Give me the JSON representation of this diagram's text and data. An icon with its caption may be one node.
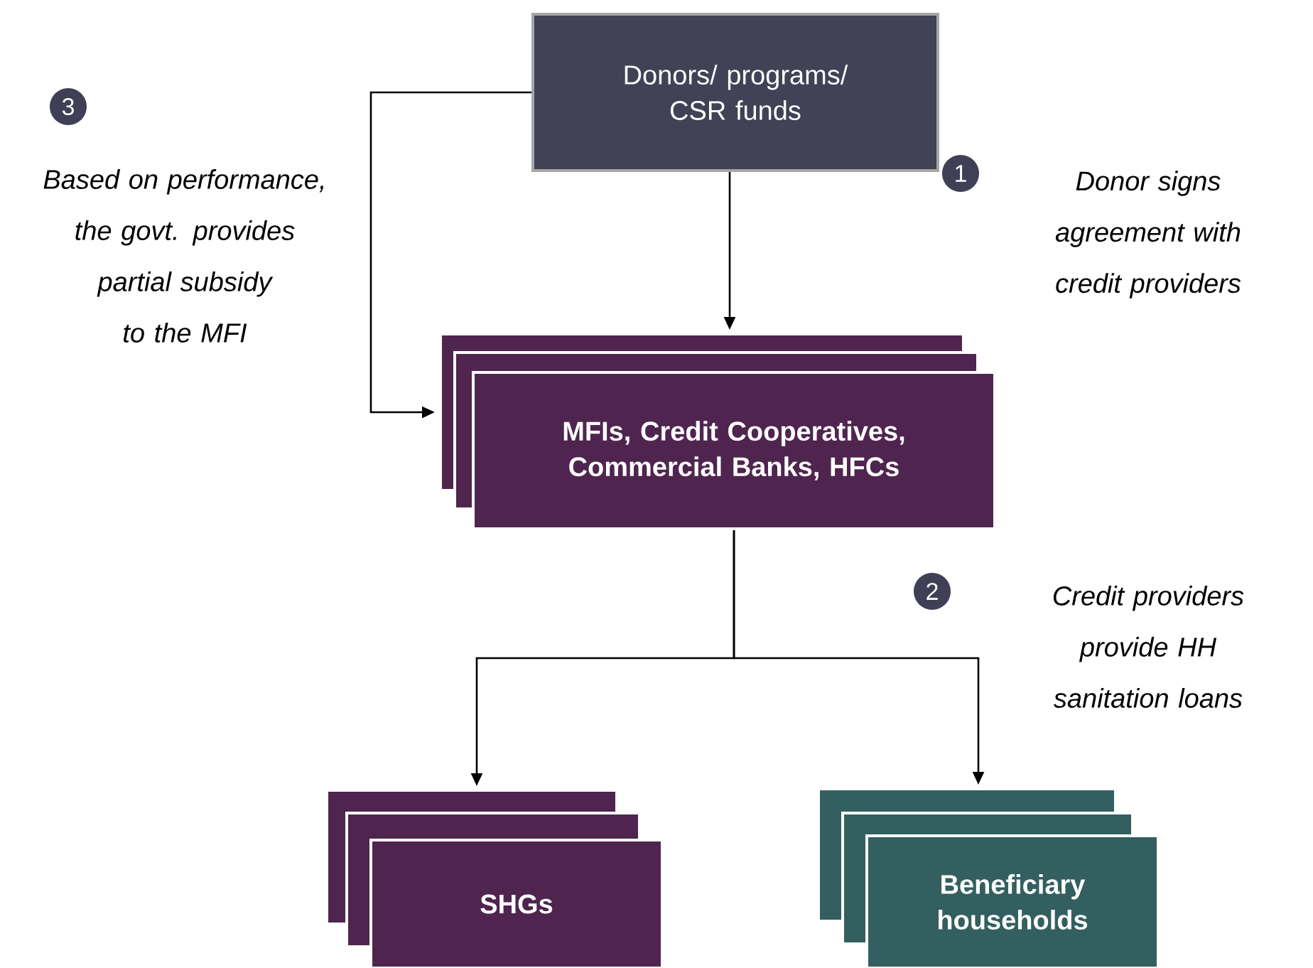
{
  "diagram": {
    "nodes": [
      {
        "text": [
          "Donors/ programs/ CSR funds"
        ]
      },
      {
        "text": [
          "MFIs, Credit Cooperatives, Commercial Banks, HFCs"
        ]
      },
      {
        "text": [
          "SHGs"
        ]
      },
      {
        "text": [
          "Beneficiary households"
        ]
      }
    ],
    "edges": [
      {
        "from": 0,
        "to": 1,
        "arrow": "to"
      },
      {
        "from": 0,
        "to": 1,
        "arrow": "to"
      },
      {
        "from": 1,
        "to": 2,
        "arrow": "to"
      },
      {
        "from": 1,
        "to": 3,
        "arrow": "to"
      }
    ],
    "labels": [
      "3",
      "Based on performance, the govt. provides partial subsidy to the MFI",
      "1",
      "Donor signs agreement with credit providers",
      "2",
      "Credit providers provide HH sanitation loans"
    ]
  }
}
